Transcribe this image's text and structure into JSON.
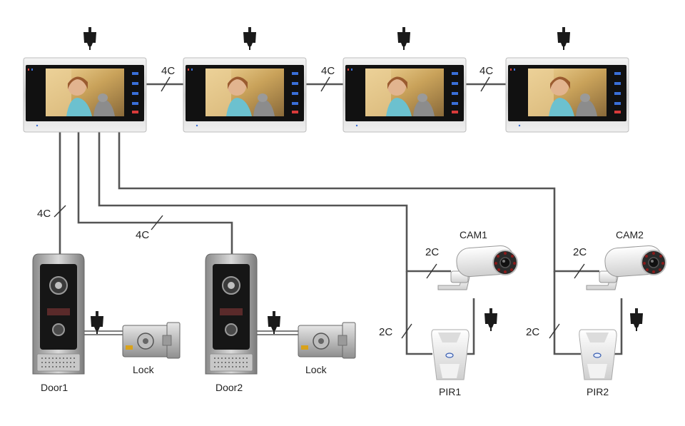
{
  "wire_labels": {
    "monitor_link_1": "4C",
    "monitor_link_2": "4C",
    "monitor_link_3": "4C",
    "door1_wire": "4C",
    "door2_wire": "4C",
    "cam1_wire": "2C",
    "cam2_wire": "2C",
    "pir1_wire": "2C",
    "pir2_wire": "2C"
  },
  "devices": {
    "door1": "Door1",
    "door2": "Door2",
    "lock1": "Lock",
    "lock2": "Lock",
    "cam1": "CAM1",
    "cam2": "CAM2",
    "pir1": "PIR1",
    "pir2": "PIR2"
  },
  "colors": {
    "wire": "#555555",
    "monitor_frame": "#d8d8d8",
    "monitor_face": "#111111",
    "screen_warm": "#c9a25a",
    "led_blue": "#3a6fd8",
    "led_red": "#d83a3a"
  },
  "icons": [
    "power-adapter-icon",
    "video-monitor",
    "door-station",
    "electric-lock",
    "bullet-camera",
    "pir-sensor"
  ]
}
